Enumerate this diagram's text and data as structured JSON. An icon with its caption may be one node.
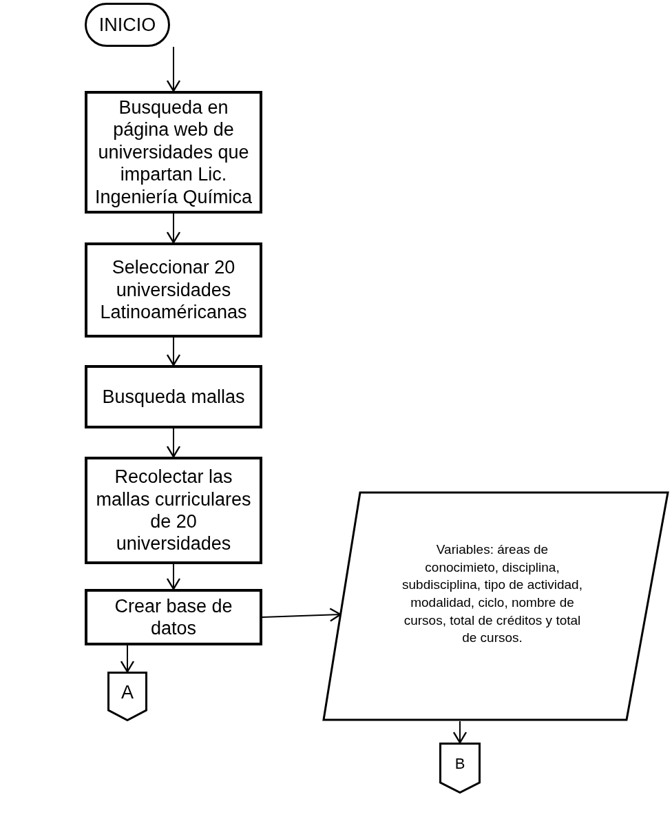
{
  "diagram": {
    "nodes": [
      {
        "text": [
          "INICIO"
        ]
      },
      {
        "text": [
          "Busqueda en página web de universidades que impartan Lic. Ingeniería Química"
        ]
      },
      {
        "text": [
          "Seleccionar 20 universidades Latinoaméricanas"
        ]
      },
      {
        "text": [
          "Busqueda mallas"
        ]
      },
      {
        "text": [
          "Recolectar las mallas curriculares de 20 universidades"
        ]
      },
      {
        "text": [
          "Crear base de datos"
        ]
      },
      {
        "text": [
          "Variables: áreas de conocimieto, disciplina, subdisciplina, tipo de actividad, modalidad, ciclo, nombre de cursos, total de créditos y total de cursos."
        ]
      },
      {
        "text": [
          "A"
        ]
      },
      {
        "text": [
          "B"
        ]
      }
    ],
    "edges": [
      {
        "from": 0,
        "to": 1,
        "arrow": "to"
      },
      {
        "from": 1,
        "to": 2,
        "arrow": "to"
      },
      {
        "from": 2,
        "to": 3,
        "arrow": "to"
      },
      {
        "from": 3,
        "to": 4,
        "arrow": "to"
      },
      {
        "from": 4,
        "to": 5,
        "arrow": "to"
      },
      {
        "from": 5,
        "to": 6,
        "arrow": "to"
      },
      {
        "from": 5,
        "to": 7,
        "arrow": "to"
      },
      {
        "from": 6,
        "to": 8,
        "arrow": "to"
      }
    ]
  }
}
